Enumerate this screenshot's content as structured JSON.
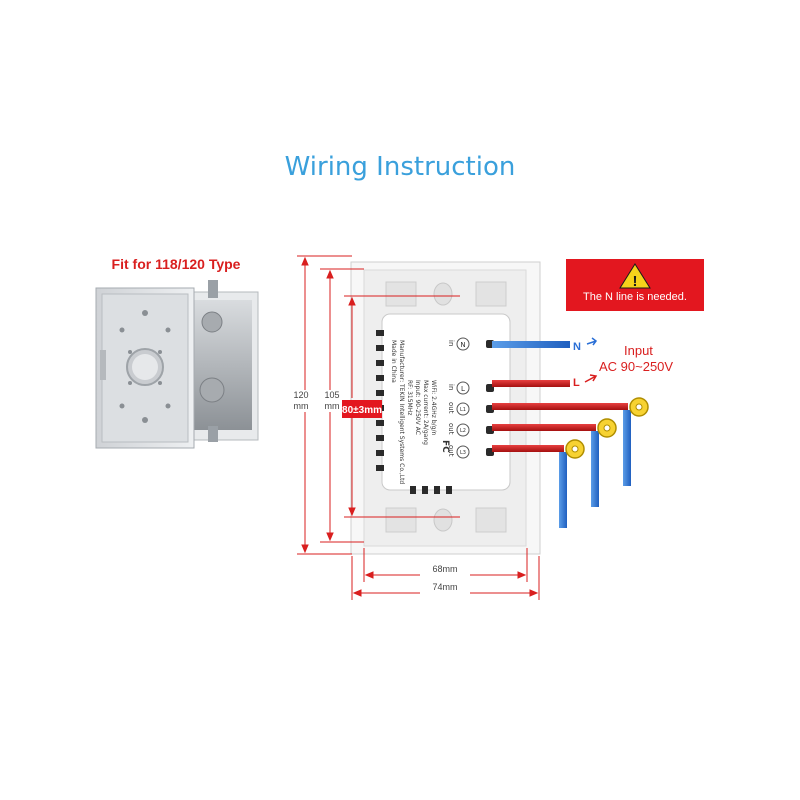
{
  "title": "Wiring Instruction",
  "box_label": "Fit for 118/120 Type",
  "warning": {
    "text": "The N line is needed.",
    "symbol": "!"
  },
  "dimensions": {
    "outer_height": "120",
    "outer_height_unit": "mm",
    "inner_height": "105",
    "inner_height_unit": "mm",
    "hole_spacing": "80±3mm",
    "inner_width": "68mm",
    "outer_width": "74mm"
  },
  "wires": {
    "neutral": "N",
    "live": "L",
    "input_label": "Input",
    "input_voltage": "AC 90~250V"
  },
  "module": {
    "terminals": [
      "N",
      "L",
      "L1",
      "L2",
      "L3"
    ],
    "terminal_labels": [
      "in",
      "in",
      "out",
      "out",
      "out"
    ],
    "made_in": "Made in China",
    "specs": [
      "RF: 315MHz",
      "Input: 90-250V AC",
      "Max current: 2A/gang",
      "WiFi: 2.4GHz b/g/n",
      "Manufacturer: TEKIN Intelligent Systems Co.,Ltd"
    ],
    "cert": "FC"
  },
  "colors": {
    "title": "#3aa0dc",
    "red": "#d91f1f",
    "blue": "#2a6fd6",
    "yellow": "#f2c400"
  }
}
